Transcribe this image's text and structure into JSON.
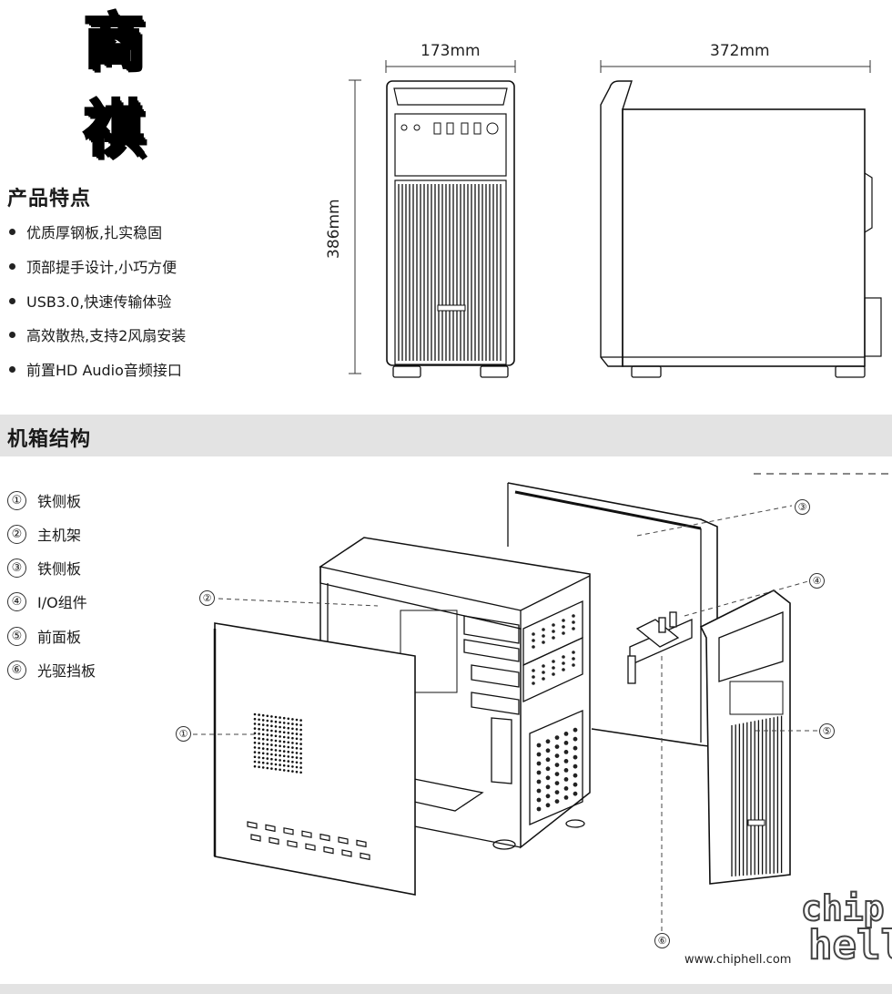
{
  "brand": {
    "char1": "商",
    "char2": "祺"
  },
  "features": {
    "title": "产品特点",
    "items": [
      "优质厚钢板,扎实稳固",
      "顶部提手设计,小巧方便",
      "USB3.0,快速传输体验",
      "高效散热,支持2风扇安装",
      "前置HD Audio音频接口"
    ]
  },
  "dimensions": {
    "width": "173mm",
    "depth": "372mm",
    "height": "386mm"
  },
  "structure": {
    "title": "机箱结构",
    "parts": [
      {
        "num": "①",
        "label": "铁侧板"
      },
      {
        "num": "②",
        "label": "主机架"
      },
      {
        "num": "③",
        "label": "铁侧板"
      },
      {
        "num": "④",
        "label": "I/O组件"
      },
      {
        "num": "⑤",
        "label": "前面板"
      },
      {
        "num": "⑥",
        "label": "光驱挡板"
      }
    ]
  },
  "watermark": {
    "url": "www.chiphell.com",
    "line1": "chip",
    "line2": "hell"
  }
}
